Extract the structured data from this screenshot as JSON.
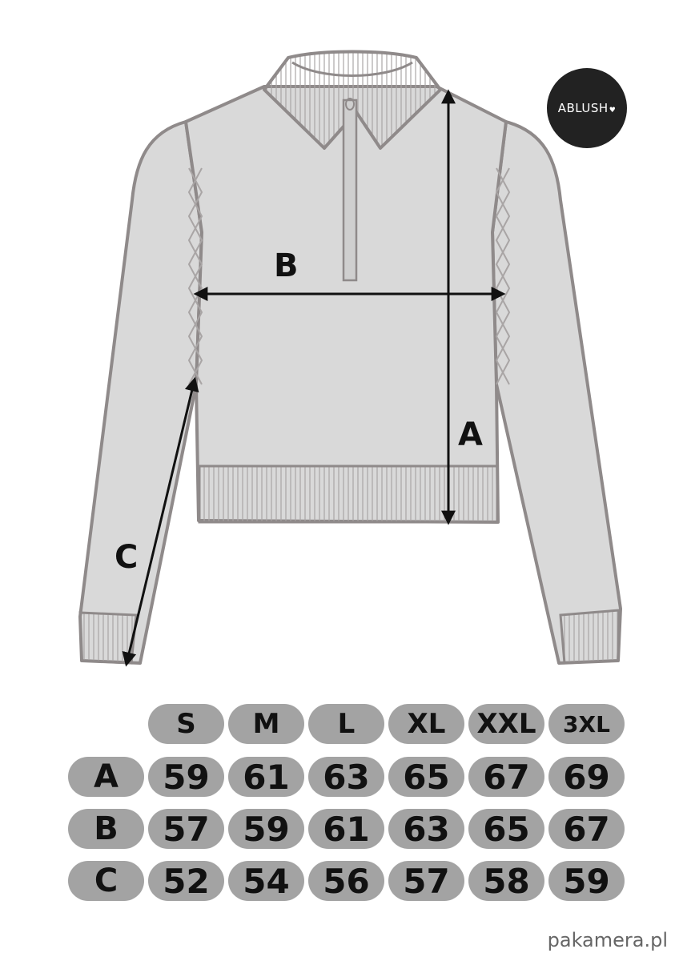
{
  "brand": {
    "logo_text": "ABLUSH"
  },
  "measure_labels": {
    "a": "A",
    "b": "B",
    "c": "C"
  },
  "size_table": {
    "headers": [
      "S",
      "M",
      "L",
      "XL",
      "XXL",
      "3XL"
    ],
    "rows": [
      {
        "label": "A",
        "values": [
          "59",
          "61",
          "63",
          "65",
          "67",
          "69"
        ]
      },
      {
        "label": "B",
        "values": [
          "57",
          "59",
          "61",
          "63",
          "65",
          "67"
        ]
      },
      {
        "label": "C",
        "values": [
          "52",
          "54",
          "56",
          "57",
          "58",
          "59"
        ]
      }
    ]
  },
  "watermark": "pakamera.pl",
  "colors": {
    "garment_fill": "#d9d9d9",
    "garment_outline": "#8f8a8a",
    "pill_fill": "#a3a3a3",
    "logo_fill": "#222222",
    "arrow": "#111111"
  }
}
